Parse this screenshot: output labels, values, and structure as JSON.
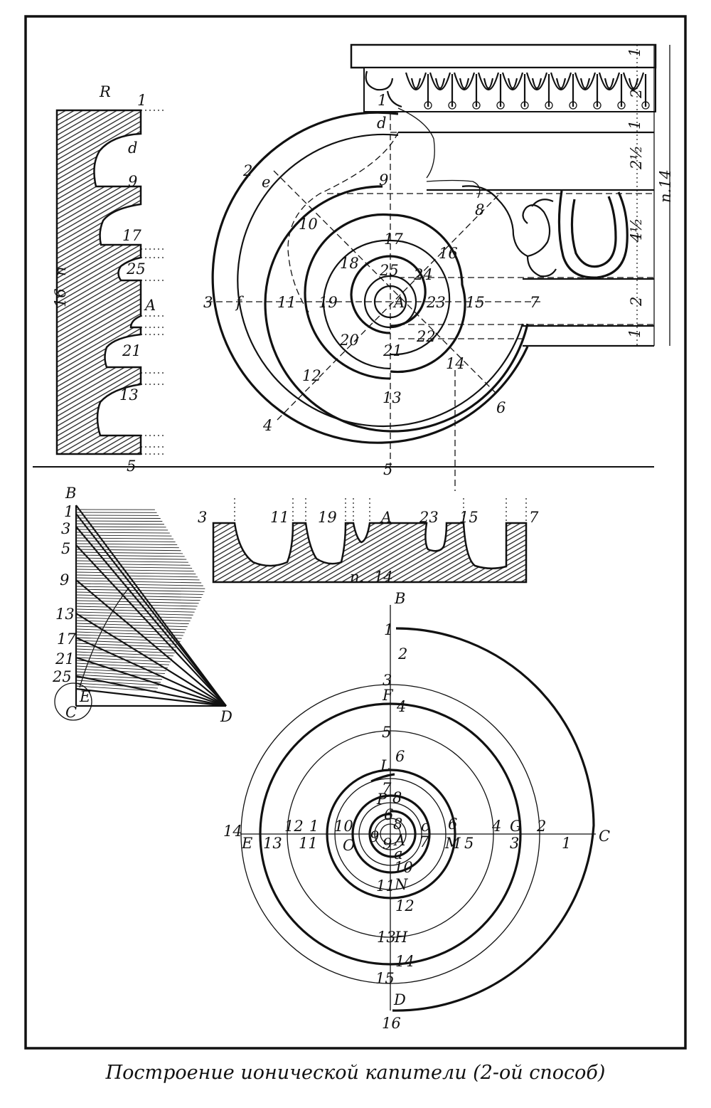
{
  "caption": "Построение ионической капители (2-ой способ)",
  "profile_labels": [
    {
      "t": "R"
    },
    {
      "t": "1"
    },
    {
      "t": "d"
    },
    {
      "t": "9"
    },
    {
      "t": "17"
    },
    {
      "t": "25"
    },
    {
      "t": "A"
    },
    {
      "t": "21"
    },
    {
      "t": "13"
    },
    {
      "t": "5"
    },
    {
      "t": "16"
    },
    {
      "t": "n"
    }
  ],
  "volute_labels": [
    {
      "t": "2"
    },
    {
      "t": "e"
    },
    {
      "t": "d"
    },
    {
      "t": "9"
    },
    {
      "t": "10"
    },
    {
      "t": "8"
    },
    {
      "t": "17"
    },
    {
      "t": "16"
    },
    {
      "t": "18"
    },
    {
      "t": "25"
    },
    {
      "t": "24"
    },
    {
      "t": "3"
    },
    {
      "t": "f"
    },
    {
      "t": "11"
    },
    {
      "t": "19"
    },
    {
      "t": "A"
    },
    {
      "t": "23"
    },
    {
      "t": "15"
    },
    {
      "t": "7"
    },
    {
      "t": "20"
    },
    {
      "t": "21"
    },
    {
      "t": "22"
    },
    {
      "t": "14"
    },
    {
      "t": "12"
    },
    {
      "t": "13"
    },
    {
      "t": "6"
    },
    {
      "t": "4"
    },
    {
      "t": "5"
    },
    {
      "t": "1"
    }
  ],
  "scale_labels": [
    {
      "t": "1"
    },
    {
      "t": "2"
    },
    {
      "t": "1"
    },
    {
      "t": "2½"
    },
    {
      "t": "n.14"
    },
    {
      "t": "4½"
    },
    {
      "t": "2"
    },
    {
      "t": "1"
    }
  ],
  "plan_labels": [
    {
      "t": "3"
    },
    {
      "t": "11"
    },
    {
      "t": "19"
    },
    {
      "t": "A"
    },
    {
      "t": "23"
    },
    {
      "t": "15"
    },
    {
      "t": "7"
    },
    {
      "t": "n."
    },
    {
      "t": "14"
    }
  ],
  "triangle_labels": [
    {
      "t": "B"
    },
    {
      "t": "1"
    },
    {
      "t": "3"
    },
    {
      "t": "5"
    },
    {
      "t": "9"
    },
    {
      "t": "13"
    },
    {
      "t": "17"
    },
    {
      "t": "21"
    },
    {
      "t": "25"
    },
    {
      "t": "E"
    },
    {
      "t": "C"
    },
    {
      "t": "D"
    }
  ],
  "spiral_labels": [
    {
      "t": "B"
    },
    {
      "t": "1"
    },
    {
      "t": "2"
    },
    {
      "t": "3"
    },
    {
      "t": "F"
    },
    {
      "t": "4"
    },
    {
      "t": "5"
    },
    {
      "t": "6"
    },
    {
      "t": "L"
    },
    {
      "t": "7"
    },
    {
      "t": "P"
    },
    {
      "t": "8"
    },
    {
      "t": "6"
    },
    {
      "t": "8"
    },
    {
      "t": "c"
    },
    {
      "t": "6"
    },
    {
      "t": "4"
    },
    {
      "t": "G"
    },
    {
      "t": "2"
    },
    {
      "t": "14"
    },
    {
      "t": "12"
    },
    {
      "t": "1"
    },
    {
      "t": "10"
    },
    {
      "t": "E"
    },
    {
      "t": "13"
    },
    {
      "t": "11"
    },
    {
      "t": "O"
    },
    {
      "t": "9"
    },
    {
      "t": "9"
    },
    {
      "t": "A"
    },
    {
      "t": "7"
    },
    {
      "t": "M"
    },
    {
      "t": "5"
    },
    {
      "t": "3"
    },
    {
      "t": "1"
    },
    {
      "t": "C"
    },
    {
      "t": "a"
    },
    {
      "t": "10"
    },
    {
      "t": "11"
    },
    {
      "t": "N"
    },
    {
      "t": "12"
    },
    {
      "t": "13"
    },
    {
      "t": "H"
    },
    {
      "t": "14"
    },
    {
      "t": "15"
    },
    {
      "t": "D"
    },
    {
      "t": "16"
    }
  ]
}
